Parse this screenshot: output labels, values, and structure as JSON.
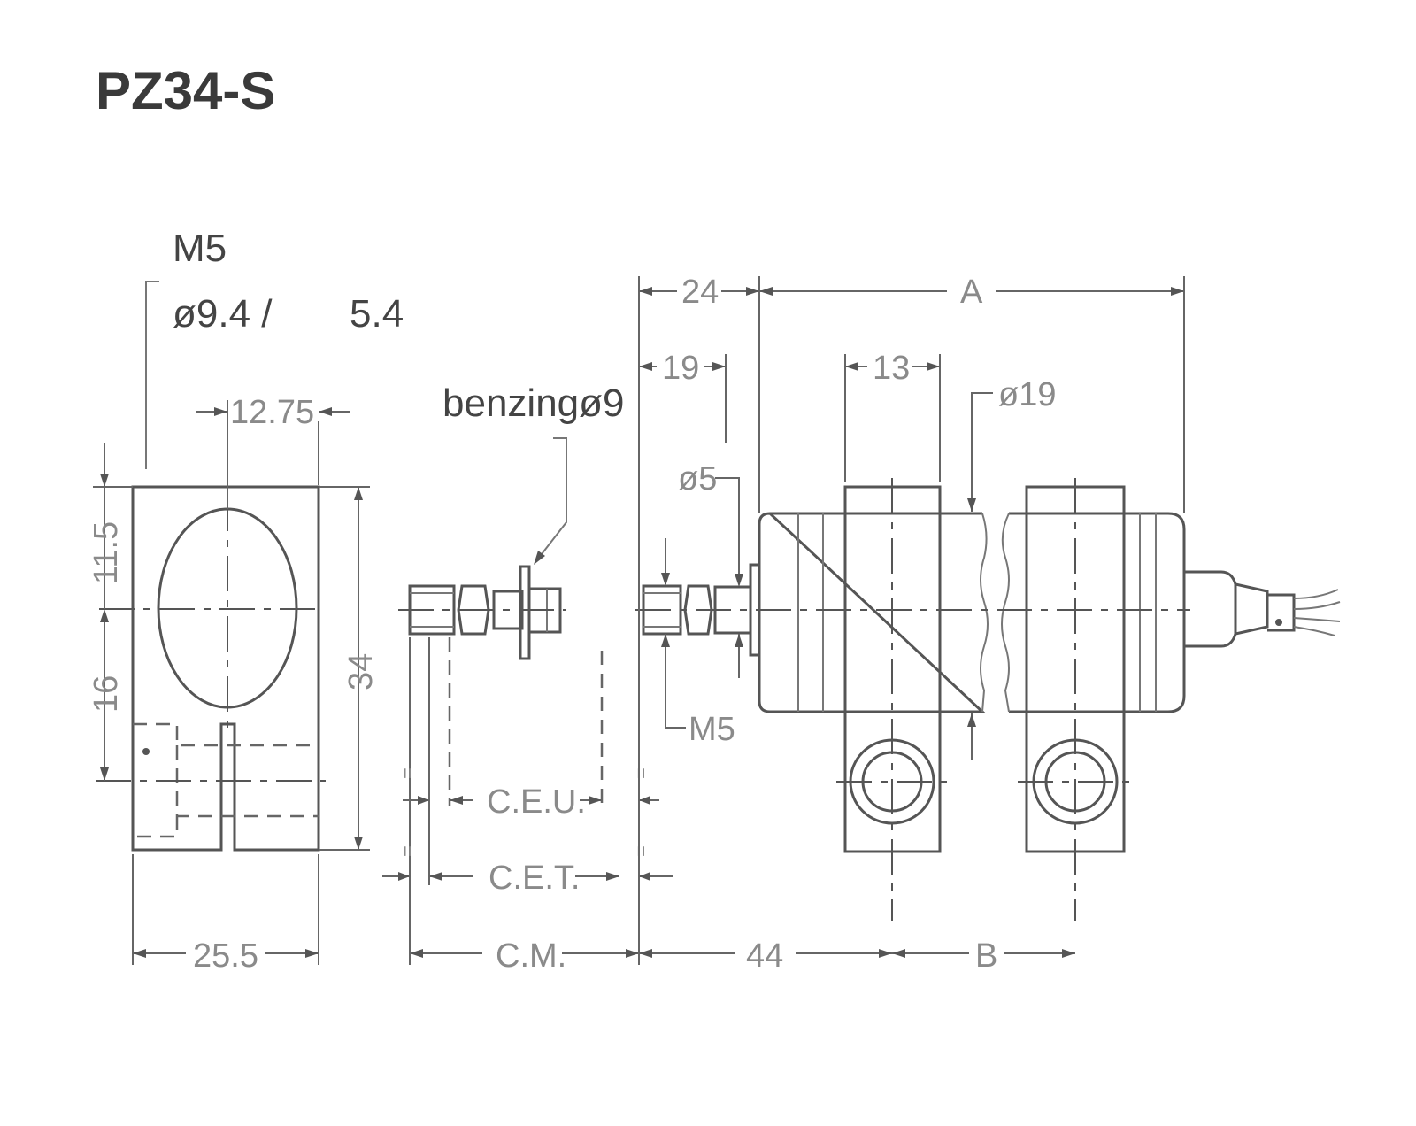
{
  "title": "PZ34-S",
  "notes": {
    "thread": "M5",
    "bore": "ø9.4 /",
    "depth": "5.4",
    "circlip": "benzingø9",
    "rod_dia": "ø5",
    "rod_thread": "M5",
    "body_dia": "ø19"
  },
  "dimensions": {
    "width_12_75": "12.75",
    "height_11_5": "11.5",
    "height_16": "16",
    "height_34": "34",
    "width_25_5": "25.5",
    "len_24": "24",
    "len_a": "A",
    "len_19": "19",
    "len_13": "13",
    "len_44": "44",
    "len_b": "B",
    "ceu": "C.E.U.",
    "cet": "C.E.T.",
    "cm": "C.M."
  },
  "equals_mark": "="
}
